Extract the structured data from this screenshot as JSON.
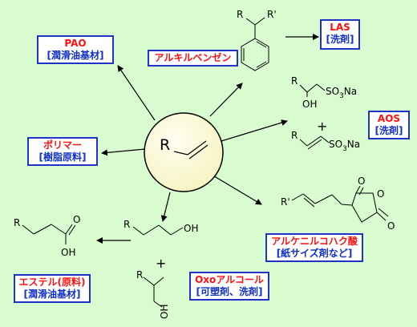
{
  "center": {
    "r_label": "R"
  },
  "boxes": {
    "pao": {
      "name": "PAO",
      "use": "[潤滑油基材]"
    },
    "polymer": {
      "name": "ポリマー",
      "use": "[樹脂原料]"
    },
    "alkylbenzene": {
      "name": "アルキルベンゼン"
    },
    "las": {
      "name": "LAS",
      "use": "[洗剤]"
    },
    "aos": {
      "name": "AOS",
      "use": "[洗剤]"
    },
    "asa": {
      "name": "アルケニルコハク酸",
      "use": "[紙サイズ剤など]"
    },
    "oxo": {
      "name": "Oxoアルコール",
      "use": "[可塑剤、洗剤]"
    },
    "ester": {
      "name": "エステル(原料)",
      "use": "[潤滑油基材]"
    }
  },
  "molecules": {
    "alkylbenzene": {
      "r": "R",
      "r2": "R'"
    },
    "aos1": {
      "r": "R",
      "oh": "OH",
      "so3na": "SO3Na"
    },
    "plus_aos": "+",
    "aos2": {
      "r": "R",
      "so3na": "SO3Na"
    },
    "asa": {
      "r": "R'",
      "o1": "O",
      "o2": "O",
      "o3": "O"
    },
    "acid": {
      "r": "R",
      "o": "O",
      "oh": "OH"
    },
    "aldehyde": {
      "r": "R",
      "oh": "OH"
    },
    "plus_oxo": "+",
    "branched": {
      "r": "R",
      "oh": "OH"
    }
  }
}
